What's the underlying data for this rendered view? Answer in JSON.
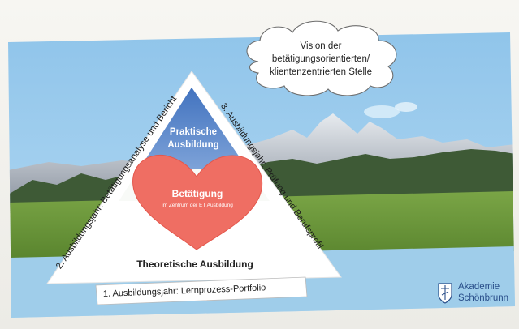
{
  "cloud": {
    "line1": "Vision der",
    "line2": "betätigungsorientierten/",
    "line3": "klientenzentrierten Stelle"
  },
  "triangle": {
    "top_label_line1": "Praktische",
    "top_label_line2": "Ausbildung",
    "bottom_label": "Theoretische Ausbildung"
  },
  "heart": {
    "title": "Betätigung",
    "subtitle": "im Zentrum der ET Ausbildung"
  },
  "sides": {
    "left": "2. Ausbildungsjahr: Betätigungsanalyse und Bericht",
    "right": "3. Ausbildungsjahr: Prüfung und Berufsprofil",
    "bottom": "1. Ausbildungsjahr: Lernprozess-Portfolio"
  },
  "logo": {
    "line1": "Akademie",
    "line2": "Schönbrunn"
  },
  "colors": {
    "sky": "#a9d3ee",
    "triangle_top": "#4d7fc4",
    "heart": "#ef6e63",
    "grass": "#6f9a3e",
    "logo": "#2a4f8a"
  }
}
